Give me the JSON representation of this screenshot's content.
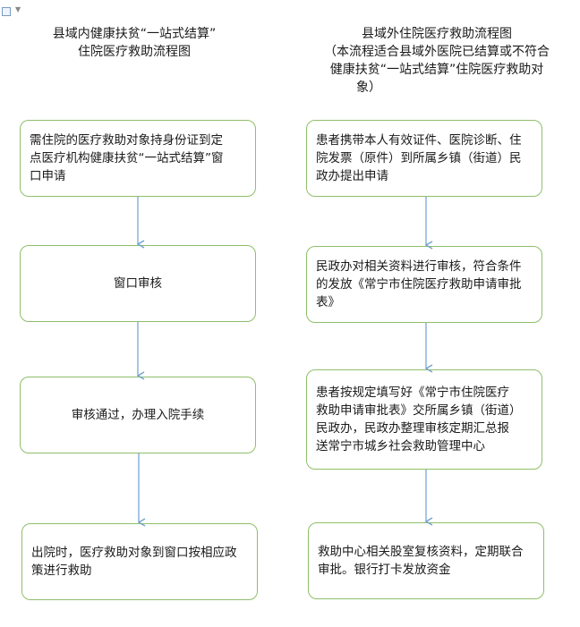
{
  "left_column": {
    "title_lines": [
      "县域内健康扶贫“一站式结算”",
      "住院医疗救助流程图"
    ],
    "steps": [
      {
        "lines": [
          "需住院的医疗救助对象持身份证到定",
          "点医疗机构健康扶贫“一站式结算”窗",
          "口申请"
        ]
      },
      {
        "lines": [
          "窗口审核"
        ]
      },
      {
        "lines": [
          "审核通过，办理入院手续"
        ]
      },
      {
        "lines": [
          "出院时，医疗救助对象到窗口按相应政",
          "策进行救助"
        ]
      }
    ]
  },
  "right_column": {
    "title_lines": [
      "县域外住院医疗救助流程图",
      "（本流程适合县域外医院已结算或不符合",
      "健康扶贫“一站式结算”住院医疗救助对",
      "象）"
    ],
    "steps": [
      {
        "lines": [
          "患者携带本人有效证件、医院诊断、住",
          "院发票（原件）到所属乡镇（街道）民",
          "政办提出申请"
        ]
      },
      {
        "lines": [
          "民政办对相关资料进行审核，符合条件",
          "的发放《常宁市住院医疗救助申请审批",
          "表》"
        ]
      },
      {
        "lines": [
          "患者按规定填写好《常宁市住院医疗",
          "救助申请审批表》交所属乡镇（街道）",
          "民政办，民政办整理审核定期汇总报",
          "送常宁市城乡社会救助管理中心"
        ]
      },
      {
        "lines": [
          "救助中心相关股室复核资料，定期联合",
          "审批。银行打卡发放资金"
        ]
      }
    ]
  },
  "colors": {
    "box_border": "#8fbf6a",
    "arrow": "#6f9fd0"
  }
}
